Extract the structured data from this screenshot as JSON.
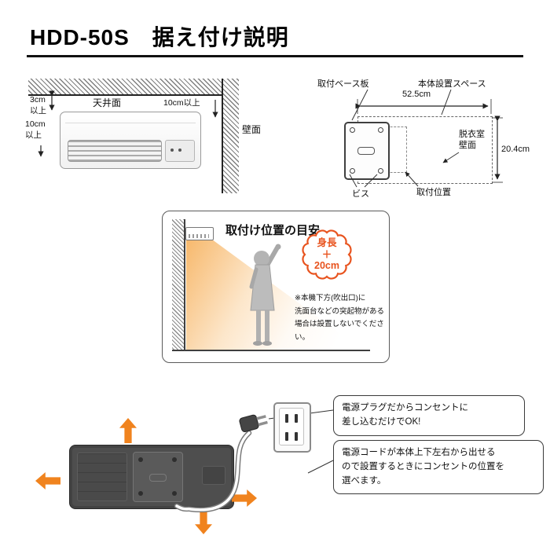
{
  "colors": {
    "accent_orange": "#f0831e",
    "badge_red": "#e8531e"
  },
  "header": {
    "title": "HDD-50S　据え付け説明"
  },
  "clearance": {
    "ceiling_label": "天井面",
    "wall_label": "壁面",
    "gap_top": "3cm\n以上",
    "gap_left": "10cm\n以上",
    "gap_right": "10cm以上"
  },
  "mounting": {
    "base_plate_label": "取付ベース板",
    "space_label": "本体設置スペース",
    "width_dim": "52.5cm",
    "height_dim": "20.4cm",
    "room_wall_label": "脱衣室\n壁面",
    "screws_label": "ビス",
    "position_label": "取付位置"
  },
  "guide": {
    "title": "取付け位置の目安",
    "badge": "身長\n＋\n20cm",
    "note": "※本機下方(吹出口)に\n洗面台などの突起物がある\n場合は設置しないでください。"
  },
  "power": {
    "plug_callout": "電源プラグだからコンセントに\n差し込むだけでOK!",
    "cord_callout": "電源コードが本体上下左右から出せる\nので設置するときにコンセントの位置を\n選べます。"
  }
}
